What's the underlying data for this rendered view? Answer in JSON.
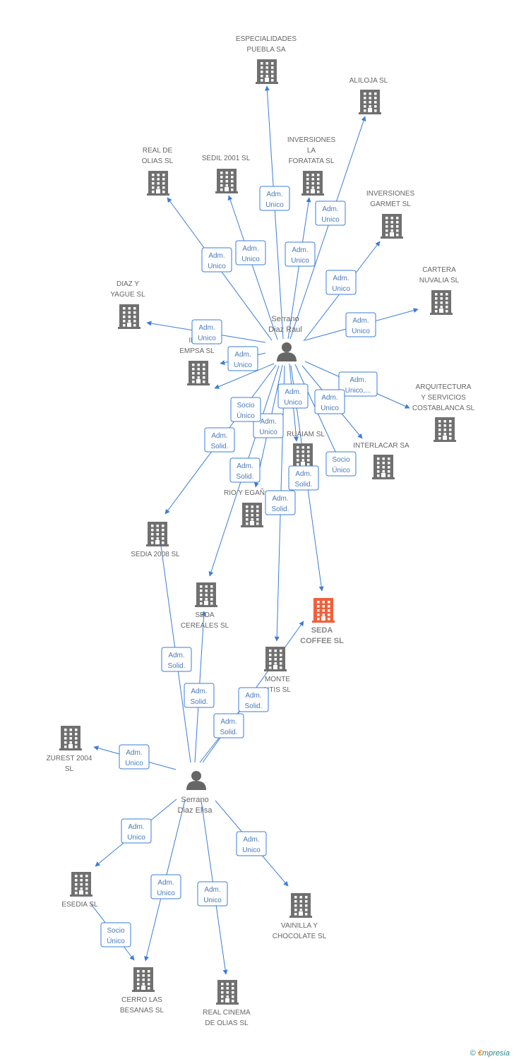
{
  "people": [
    {
      "id": "raul",
      "lines": [
        "Serrano",
        "Diaz Raul"
      ]
    },
    {
      "id": "elisa",
      "lines": [
        "Serrano",
        "Diaz Elisa"
      ]
    }
  ],
  "companies": [
    {
      "id": "especialidades",
      "lines": [
        "ESPECIALIDADES",
        "PUEBLA SA"
      ]
    },
    {
      "id": "aliloja",
      "lines": [
        "ALILOJA SL"
      ]
    },
    {
      "id": "inv_foratata",
      "lines": [
        "INVERSIONES",
        "LA",
        "FORATATA SL"
      ]
    },
    {
      "id": "real_olias",
      "lines": [
        "REAL DE",
        "OLIAS SL"
      ]
    },
    {
      "id": "sedil",
      "lines": [
        "SEDIL 2001 SL"
      ]
    },
    {
      "id": "inv_garmet",
      "lines": [
        "INVERSIONES",
        "GARMET  SL"
      ]
    },
    {
      "id": "cartera",
      "lines": [
        "CARTERA",
        "NUVALIA SL"
      ]
    },
    {
      "id": "diaz_yague",
      "lines": [
        "DIAZ Y",
        "YAGUE  SL"
      ]
    },
    {
      "id": "inv_empsa",
      "lines": [
        "INVE",
        "EMPSA SL"
      ]
    },
    {
      "id": "arquitectura",
      "lines": [
        "ARQUITECTURA",
        "Y SERVICIOS",
        "COSTABLANCA SL"
      ]
    },
    {
      "id": "ruaiam",
      "lines": [
        "RUAIAM SL"
      ]
    },
    {
      "id": "interlacar",
      "lines": [
        "INTERLACAR SA"
      ]
    },
    {
      "id": "rio_vega",
      "lines": [
        "RIO Y EGAÑ"
      ]
    },
    {
      "id": "sedia2008",
      "lines": [
        "SEDIA 2008 SL"
      ]
    },
    {
      "id": "seda_cereales",
      "lines": [
        "SEDA",
        "CEREALES SL"
      ]
    },
    {
      "id": "seda_coffee",
      "lines": [
        "SEDA",
        "COFFEE SL"
      ],
      "highlight": true
    },
    {
      "id": "monte",
      "lines": [
        "MONTE",
        "NTIS SL"
      ]
    },
    {
      "id": "zurest",
      "lines": [
        "ZUREST 2004",
        "SL"
      ]
    },
    {
      "id": "esedia",
      "lines": [
        "ESEDIA SL"
      ]
    },
    {
      "id": "vainilla",
      "lines": [
        "VAINILLA Y",
        "CHOCOLATE SL"
      ]
    },
    {
      "id": "cerro",
      "lines": [
        "CERRO LAS",
        "BESANAS  SL"
      ]
    },
    {
      "id": "real_cinema",
      "lines": [
        "REAL CINEMA",
        "DE OLIAS  SL"
      ]
    }
  ],
  "relations": [
    {
      "from": "raul",
      "to": "especialidades",
      "lines": [
        "Adm.",
        "Unico"
      ]
    },
    {
      "from": "raul",
      "to": "aliloja",
      "lines": [
        "Adm.",
        "Unico"
      ]
    },
    {
      "from": "raul",
      "to": "inv_foratata",
      "lines": [
        "Adm.",
        "Unico"
      ]
    },
    {
      "from": "raul",
      "to": "real_olias",
      "lines": [
        "Adm.",
        "Unico"
      ]
    },
    {
      "from": "raul",
      "to": "sedil",
      "lines": [
        "Adm.",
        "Unico"
      ]
    },
    {
      "from": "raul",
      "to": "inv_garmet",
      "lines": [
        "Adm.",
        "Unico"
      ]
    },
    {
      "from": "raul",
      "to": "cartera",
      "lines": [
        "Adm.",
        "Unico"
      ]
    },
    {
      "from": "raul",
      "to": "diaz_yague",
      "lines": [
        "Adm.",
        "Unico"
      ]
    },
    {
      "from": "raul",
      "to": "inv_empsa",
      "lines": [
        "Adm.",
        "Unico"
      ]
    },
    {
      "from": "raul",
      "to": "arquitectura",
      "lines": [
        "Adm.",
        "Unico,..."
      ]
    },
    {
      "from": "raul",
      "to": "ruaiam",
      "lines": [
        "Adm.",
        "Unico"
      ]
    },
    {
      "from": "raul",
      "to": "interlacar",
      "lines": [
        "Adm.",
        "Unico"
      ]
    },
    {
      "from": "raul",
      "to": "interlacar",
      "lines": [
        "Socio",
        "Único"
      ]
    },
    {
      "from": "raul",
      "to": "rio_vega",
      "lines": [
        "Adm.",
        "Unico"
      ]
    },
    {
      "from": "raul",
      "to": "inv_empsa",
      "lines": [
        "Socio",
        "Único"
      ]
    },
    {
      "from": "raul",
      "to": "sedia2008",
      "lines": [
        "Adm.",
        "Solid."
      ]
    },
    {
      "from": "raul",
      "to": "seda_cereales",
      "lines": [
        "Adm.",
        "Solid."
      ]
    },
    {
      "from": "raul",
      "to": "seda_coffee",
      "lines": [
        "Adm.",
        "Solid."
      ]
    },
    {
      "from": "raul",
      "to": "monte",
      "lines": [
        "Adm.",
        "Solid."
      ]
    },
    {
      "from": "elisa",
      "to": "sedia2008",
      "lines": [
        "Adm.",
        "Solid."
      ]
    },
    {
      "from": "elisa",
      "to": "seda_cereales",
      "lines": [
        "Adm.",
        "Solid."
      ]
    },
    {
      "from": "elisa",
      "to": "seda_coffee",
      "lines": [
        "Adm.",
        "Solid."
      ]
    },
    {
      "from": "elisa",
      "to": "monte",
      "lines": [
        "Adm.",
        "Solid."
      ]
    },
    {
      "from": "elisa",
      "to": "zurest",
      "lines": [
        "Adm.",
        "Unico"
      ]
    },
    {
      "from": "elisa",
      "to": "esedia",
      "lines": [
        "Adm.",
        "Unico"
      ]
    },
    {
      "from": "elisa",
      "to": "vainilla",
      "lines": [
        "Adm.",
        "Unico"
      ]
    },
    {
      "from": "elisa",
      "to": "cerro",
      "lines": [
        "Adm.",
        "Unico"
      ]
    },
    {
      "from": "elisa",
      "to": "real_cinema",
      "lines": [
        "Adm.",
        "Unico"
      ]
    },
    {
      "from": "esedia",
      "to": "cerro",
      "lines": [
        "Socio",
        "Único"
      ]
    }
  ],
  "footer": {
    "symbol": "©",
    "brand_first": "€",
    "brand_rest": "mpresia"
  },
  "colors": {
    "edge": "#3b7dd8",
    "building": "#707070",
    "highlight": "#f0603a",
    "person": "#666666"
  }
}
